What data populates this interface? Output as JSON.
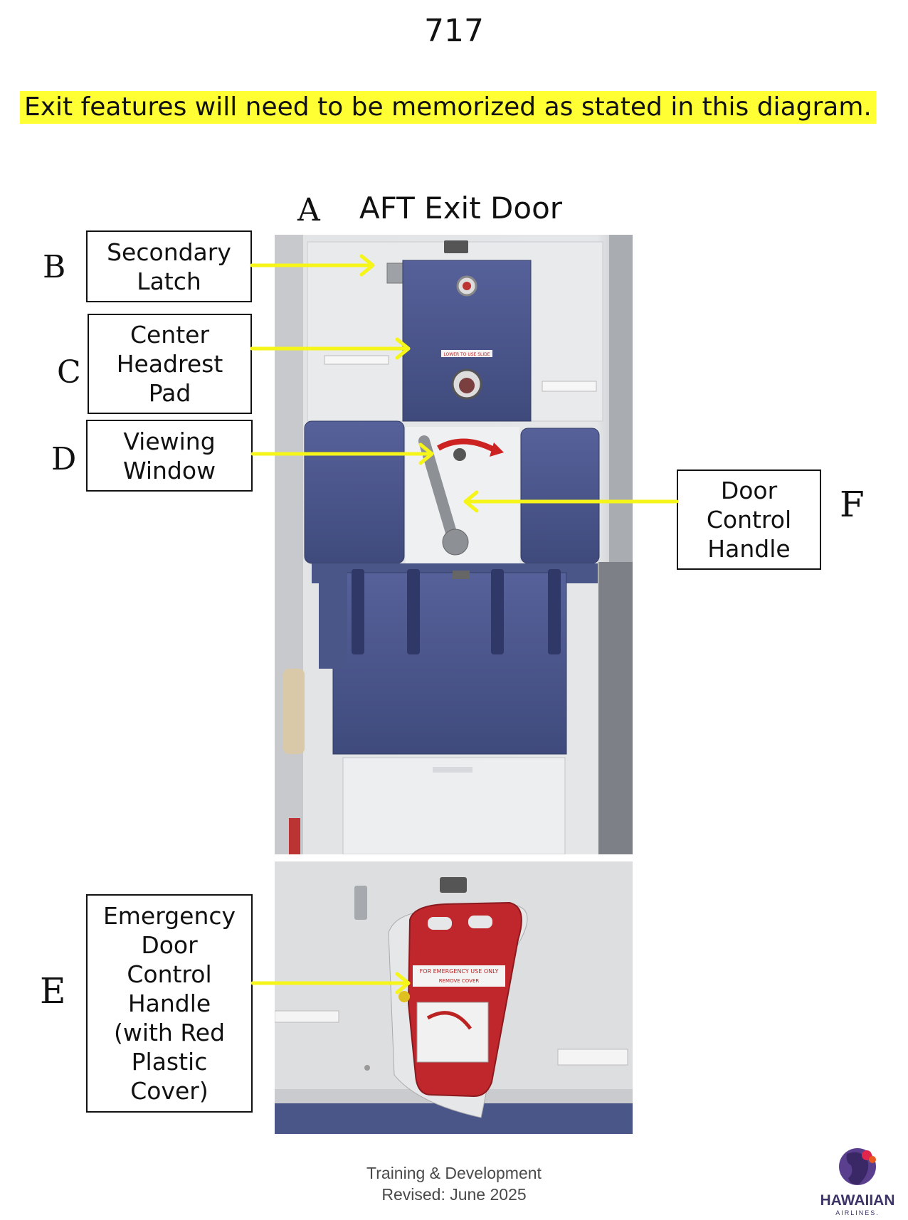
{
  "page_number": "717",
  "notice": "Exit features will need to be memorized as stated in this diagram.",
  "door": {
    "letter": "A",
    "title": "AFT Exit Door"
  },
  "callouts": [
    {
      "letter": "B",
      "label": "Secondary\nLatch"
    },
    {
      "letter": "C",
      "label": "Center\nHeadrest\nPad"
    },
    {
      "letter": "D",
      "label": "Viewing\nWindow"
    },
    {
      "letter": "E",
      "label": "Emergency\nDoor\nControl\nHandle\n(with Red\nPlastic\nCover)"
    },
    {
      "letter": "F",
      "label": "Door\nControl\nHandle"
    }
  ],
  "placards": {
    "headrest": "LOWER TO USE SLIDE",
    "cover_line1": "FOR EMERGENCY USE ONLY",
    "cover_line2": "REMOVE COVER"
  },
  "footer": {
    "line1": "Training & Development",
    "line2": "Revised: June 2025"
  },
  "logo": {
    "name": "HAWAIIAN",
    "sub": "AIRLINES."
  },
  "colors": {
    "highlight": "#ffff33",
    "arrow": "#f5f51a",
    "seat_blue": "#4a5688",
    "cover_red": "#c0272d",
    "logo_purple": "#3d3467"
  }
}
